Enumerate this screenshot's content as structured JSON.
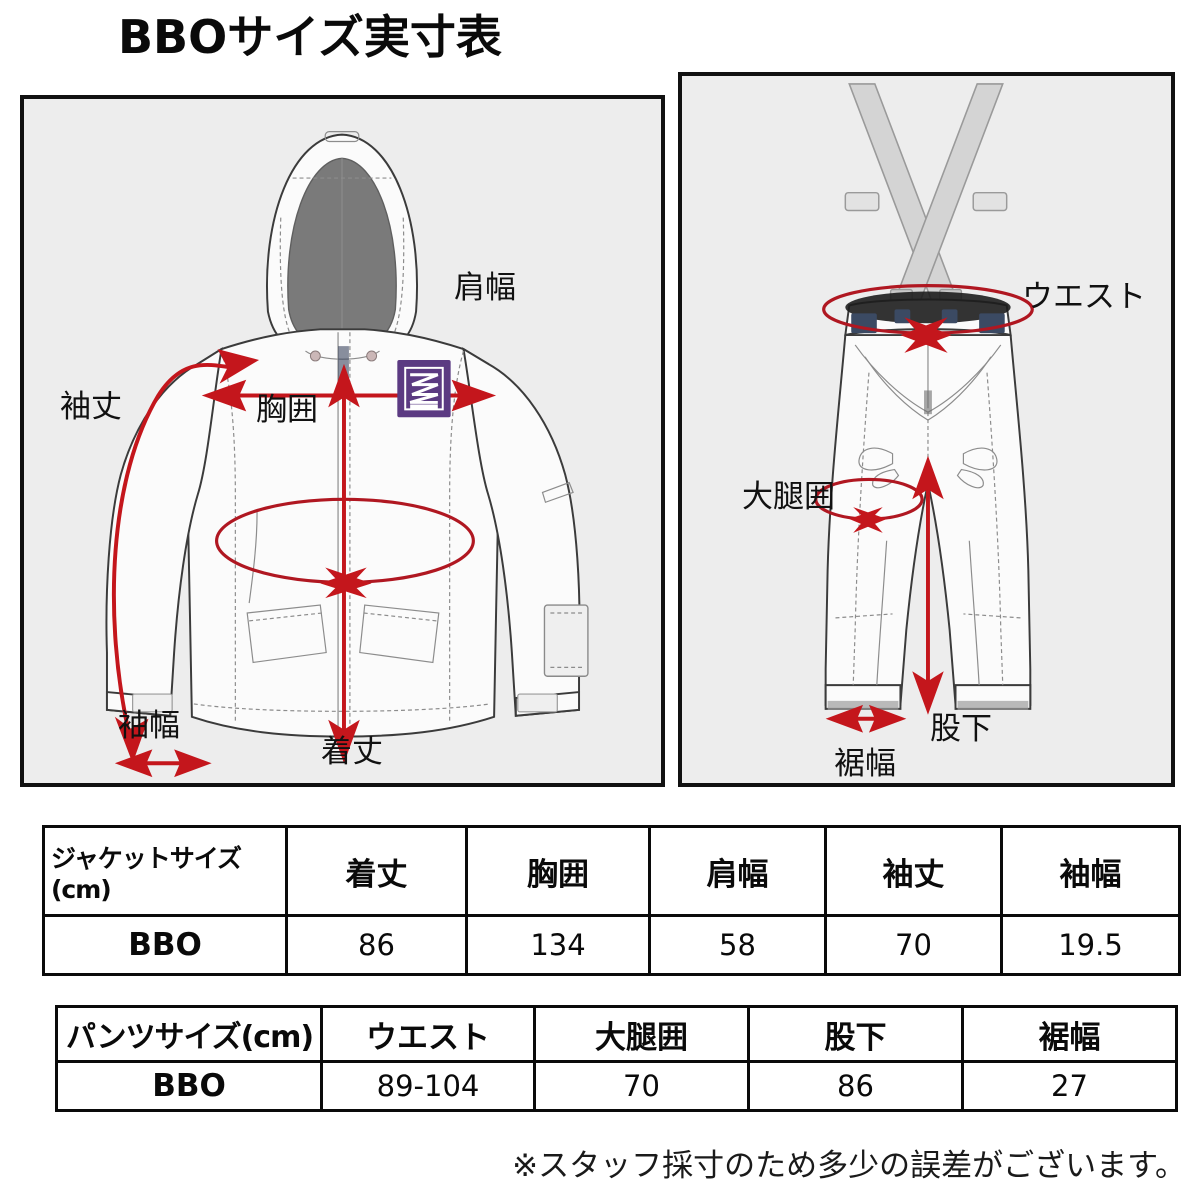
{
  "title": "BBOサイズ実寸表",
  "diagrams": {
    "jacket": {
      "name": "jacket-measurement-diagram",
      "labels": {
        "shoulder": "肩幅",
        "sleeve_length": "袖丈",
        "chest": "胸囲",
        "sleeve_width": "袖幅",
        "body_length": "着丈"
      },
      "brand_patch_color": "#5b3a82"
    },
    "pants": {
      "name": "pants-measurement-diagram",
      "labels": {
        "waist": "ウエスト",
        "thigh": "大腿囲",
        "inseam": "股下",
        "hem_width": "裾幅"
      }
    }
  },
  "jacket_table": {
    "headers": [
      "ジャケットサイズ(cm)",
      "着丈",
      "胸囲",
      "肩幅",
      "袖丈",
      "袖幅"
    ],
    "rows": [
      {
        "size": "BBO",
        "values": [
          "86",
          "134",
          "58",
          "70",
          "19.5"
        ]
      }
    ]
  },
  "pants_table": {
    "headers": [
      "パンツサイズ(cm)",
      "ウエスト",
      "大腿囲",
      "股下",
      "裾幅"
    ],
    "rows": [
      {
        "size": "BBO",
        "values": [
          "89-104",
          "70",
          "86",
          "27"
        ]
      }
    ]
  },
  "footnote": "※スタッフ採寸のため多少の誤差がございます。",
  "colors": {
    "panel_bg": "#ededed",
    "panel_border": "#111111",
    "measure_red": "#c4161c",
    "hood_gray": "#7a7a7a",
    "text": "#0a0a0a"
  }
}
